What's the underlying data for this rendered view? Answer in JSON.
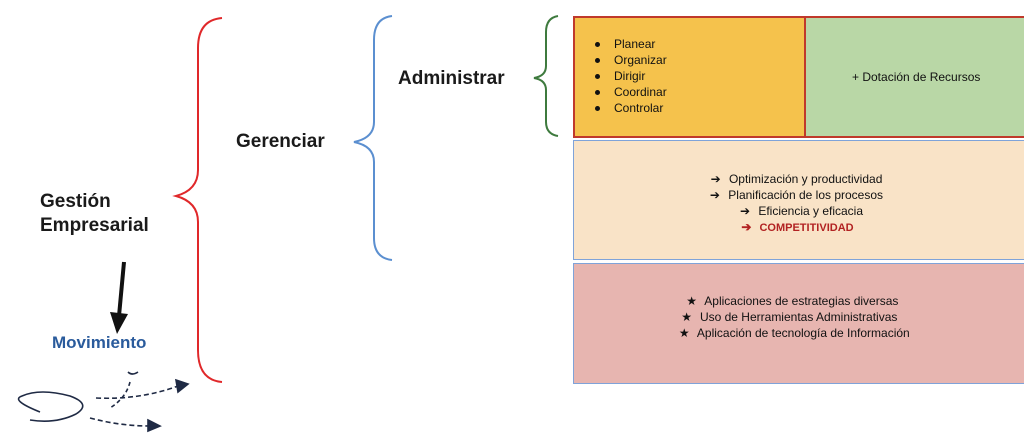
{
  "labels": {
    "gestion_line1": "Gestión",
    "gestion_line2": "Empresarial",
    "movimiento": "Movimiento",
    "gerenciar": "Gerenciar",
    "administrar": "Administrar"
  },
  "box_functions": {
    "items": [
      "Planear",
      "Organizar",
      "Dirigir",
      "Coordinar",
      "Controlar"
    ]
  },
  "box_resources": {
    "text": "+ Dotación de Recursos"
  },
  "box_optimization": {
    "items": [
      {
        "symbol": "➔",
        "text": "Optimización y productividad"
      },
      {
        "symbol": "➔",
        "text": "Planificación de los procesos"
      },
      {
        "symbol": "➔",
        "text": "Eficiencia y eficacia"
      },
      {
        "symbol": "➔",
        "text": "COMPETITIVIDAD"
      }
    ]
  },
  "box_strategies": {
    "items": [
      {
        "symbol": "★",
        "text": "Aplicaciones de estrategias diversas"
      },
      {
        "symbol": "★",
        "text": "Uso de Herramientas Administrativas"
      },
      {
        "symbol": "★",
        "text": "Aplicación de tecnología de Información"
      }
    ]
  },
  "colors": {
    "box_functions_fill": "#f5c24c",
    "box_resources_fill": "#b9d7a6",
    "box_optimization_fill": "#f9e3c7",
    "box_strategies_fill": "#e7b5b0",
    "box_border": "#7fa3d9",
    "functions_border": "#c0392b",
    "brace_red": "#e0282a",
    "brace_blue": "#5b8fd0",
    "brace_green": "#3e7a3e",
    "movimiento_text": "#2a5b9c",
    "competitividad_text": "#b22222"
  }
}
